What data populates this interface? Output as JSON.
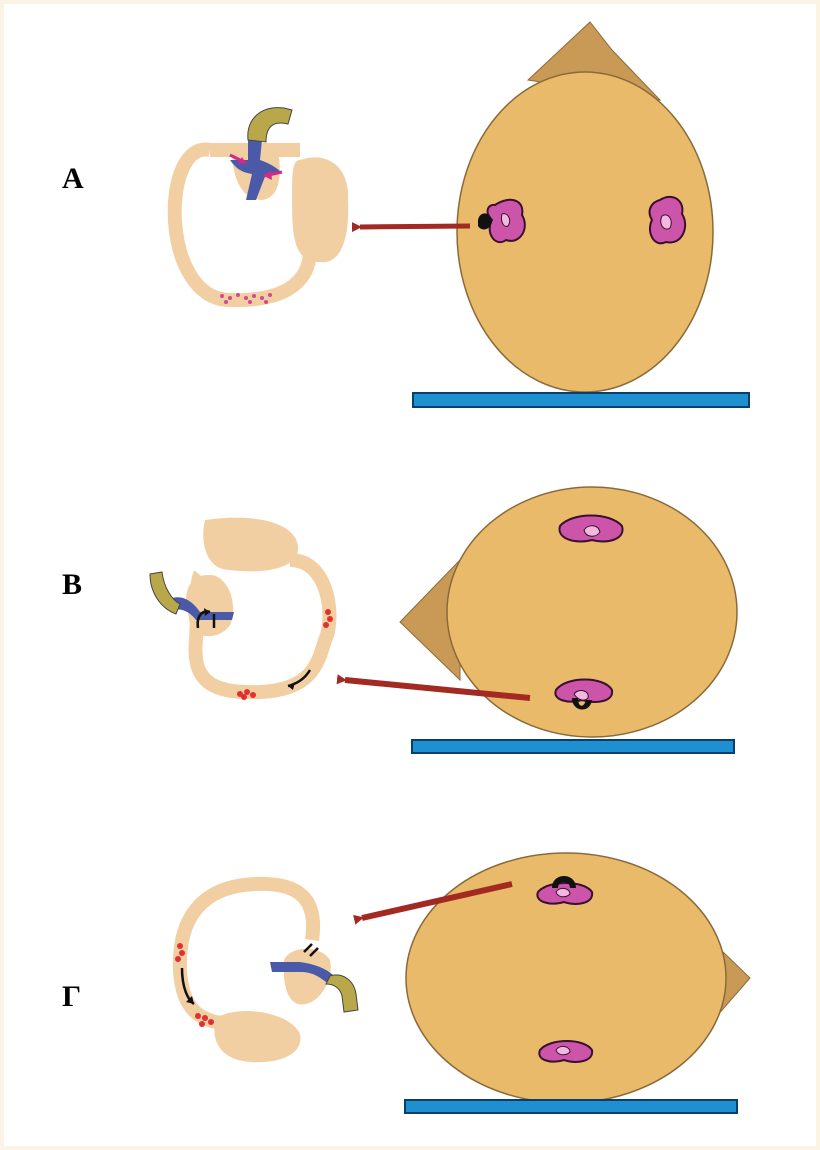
{
  "panels": [
    {
      "label": "A"
    },
    {
      "label": "B"
    },
    {
      "label": "Г"
    }
  ],
  "colors": {
    "fruit_body": "#eaba6b",
    "fruit_outline": "#8a6a3a",
    "stem": "#c99a55",
    "support_bar": "#1e90d2",
    "support_outline": "#0a3e6b",
    "arrow": "#a32a22",
    "cross_section_tissue": "#f2cfa3",
    "vascular_blue": "#4a5aa8",
    "vascular_yellow": "#b9a84a",
    "stomata_pink": "#cc55aa",
    "red_cells": "#e03030",
    "arrow_inner": "#d02a8a"
  },
  "icons": [
    "red-arrow-icon",
    "magenta-arrow-icon",
    "black-arrow-icon"
  ]
}
